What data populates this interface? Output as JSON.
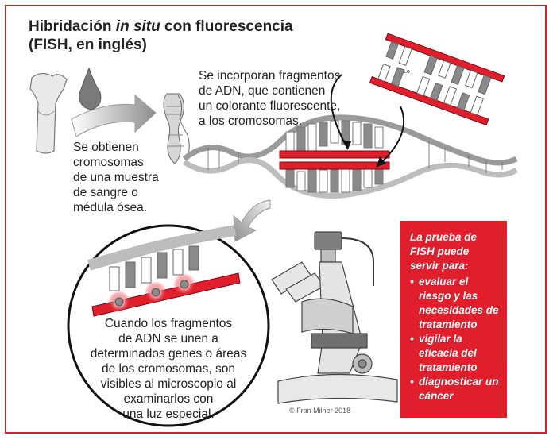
{
  "title": {
    "part1": "Hibridación ",
    "part2": "in situ",
    "part3": " con fluorescencia",
    "line2": "(FISH, en inglés)"
  },
  "labels": {
    "incorporate": [
      "Se incorporan fragmentos",
      "de ADN, que contienen",
      "un colorante fluorescente,",
      "a los cromosomas."
    ],
    "obtain": [
      "Se obtienen",
      "cromosomas",
      "de una muestra",
      "de sangre o",
      "médula ósea."
    ],
    "bind": [
      "Cuando los fragmentos",
      "de ADN se unen a",
      "determinados genes o áreas",
      "de los cromosomas, son",
      "visibles al microscopio al",
      "examinarlos con",
      "una luz especial."
    ],
    "probe_tag": "Lo"
  },
  "info_box": {
    "heading": "La prueba de FISH puede servir para:",
    "items": [
      "evaluar el riesgo y las necesidades de tratamiento",
      "vigilar la eficacia del tratamiento",
      "diagnosticar un cáncer"
    ]
  },
  "credit": "© Fran Milner 2018",
  "colors": {
    "accent": "#e11f2c",
    "frame": "#d5202e",
    "gray": "#c9c9c9",
    "dark_gray": "#8a8a8a"
  }
}
